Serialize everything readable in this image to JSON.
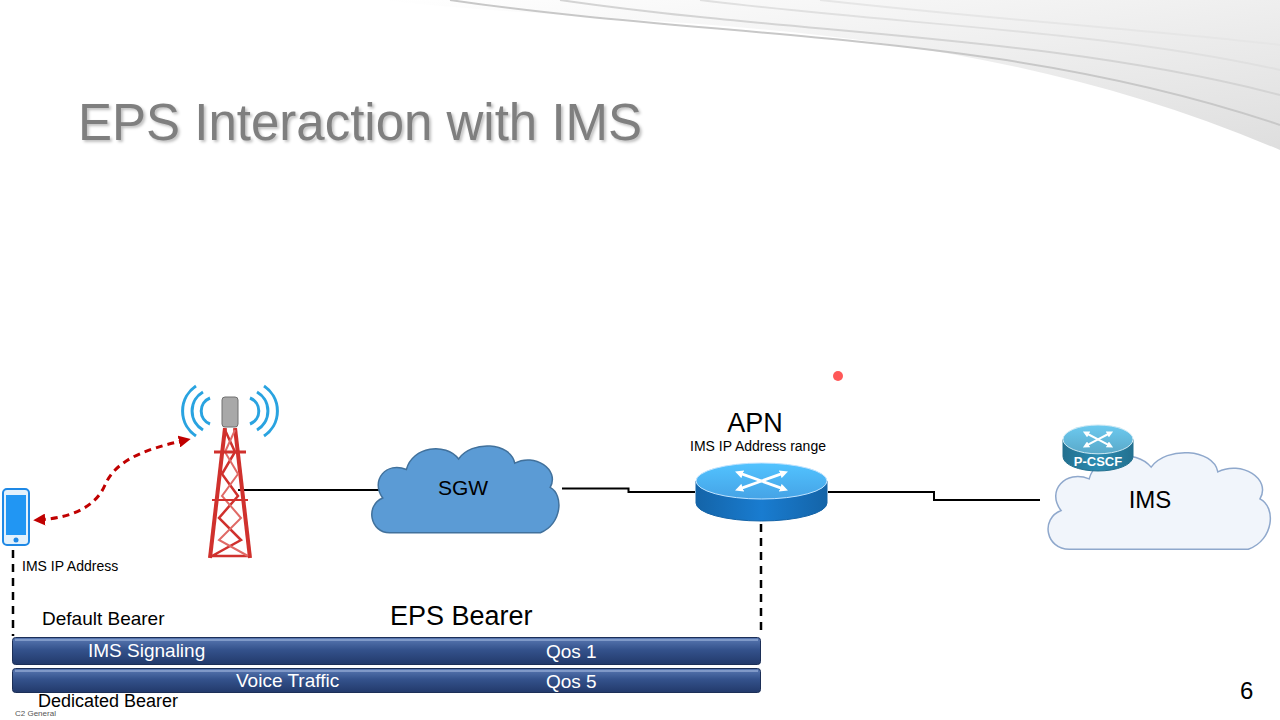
{
  "diagram": {
    "title": "EPS Interaction with IMS",
    "nodes": [
      {
        "text": [
          "IMS IP Address"
        ]
      },
      {
        "text": [
          "SGW"
        ]
      },
      {
        "text": [
          "APN",
          "IMS IP Address range"
        ]
      },
      {
        "text": [
          "IMS"
        ]
      },
      {
        "text": [
          "P-CSCF"
        ],
        "in": 3
      },
      {
        "text": [
          "IMS Signaling",
          "Qos 1"
        ]
      },
      {
        "text": [
          "Voice Traffic",
          "Qos 5"
        ]
      }
    ],
    "edges": [
      {
        "from": 1,
        "to": 2,
        "arrow": "none"
      },
      {
        "from": 2,
        "to": 3,
        "arrow": "none"
      }
    ],
    "labels": [
      "Default Bearer",
      "EPS Bearer",
      "Dedicated Bearer",
      "C2 General",
      "6"
    ]
  }
}
